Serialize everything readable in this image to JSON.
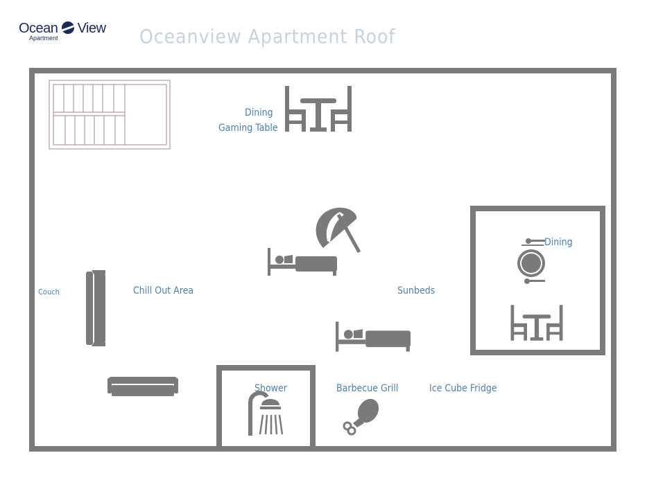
{
  "header": {
    "logo_word1": "Ocean",
    "logo_word2": "View",
    "logo_sub": "Apartment",
    "title": "Oceanview  Apartment Roof"
  },
  "labels": {
    "dining_top": "Dining",
    "gaming_table": "Gaming Table",
    "couch": "Couch",
    "chill_out": "Chill Out Area",
    "sunbeds": "Sunbeds",
    "dining_right": "Dining",
    "shower": "Shower",
    "bbq": "Barbecue Grill",
    "fridge": "Ice Cube Fridge"
  },
  "colors": {
    "wall": "#7a7a7a",
    "label": "#4a7fae",
    "title": "#c4d3e2",
    "stairs": "#b89aa0"
  }
}
